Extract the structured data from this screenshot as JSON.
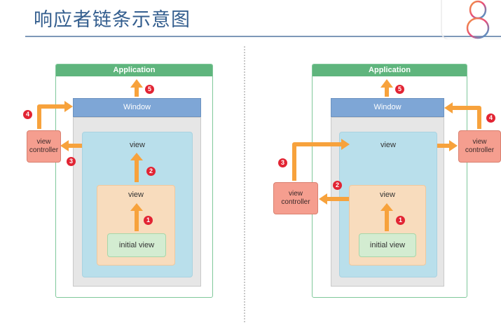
{
  "page": {
    "title": "响应者链条示意图"
  },
  "left": {
    "application": "Application",
    "window": "Window",
    "view_top": "view",
    "view_inner": "view",
    "initial_view": "initial view",
    "view_controller": "view\ncontroller",
    "badges": [
      "1",
      "2",
      "3",
      "4",
      "5"
    ]
  },
  "right": {
    "application": "Application",
    "window": "Window",
    "view_top": "view",
    "view_inner": "view",
    "initial_view": "initial view",
    "view_controller_inner": "view\ncontroller",
    "view_controller_outer": "view\ncontroller",
    "badges": [
      "1",
      "2",
      "3",
      "4",
      "5"
    ]
  },
  "colors": {
    "arrow": "#f7a23c",
    "badge": "#e22433",
    "title": "#355f8f"
  }
}
